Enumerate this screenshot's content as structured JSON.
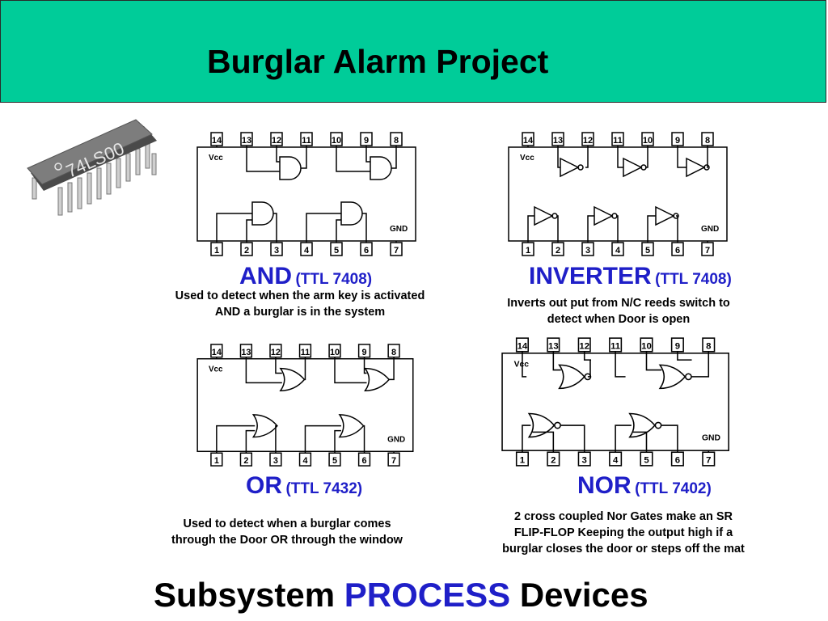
{
  "header": {
    "title": "Burglar Alarm Project"
  },
  "chip": {
    "marking": "74LS00"
  },
  "ic_labels": {
    "vcc": "Vcc",
    "gnd": "GND"
  },
  "pins_top": [
    "14",
    "13",
    "12",
    "11",
    "10",
    "9",
    "8"
  ],
  "pins_bottom": [
    "1",
    "2",
    "3",
    "4",
    "5",
    "6",
    "7"
  ],
  "gates": [
    {
      "name": "AND",
      "part": "(TTL 7408)",
      "description": [
        "Used to detect when the arm key is activated",
        "AND a burglar is in the system"
      ]
    },
    {
      "name": "INVERTER",
      "part": "(TTL 7408)",
      "description": [
        "Inverts out put from N/C reeds switch to",
        "detect when Door is open"
      ]
    },
    {
      "name": "OR",
      "part": "(TTL 7432)",
      "description": [
        "Used to detect when a burglar comes",
        "through the Door OR through the window"
      ]
    },
    {
      "name": "NOR",
      "part": "(TTL 7402)",
      "description": [
        "2 cross coupled Nor Gates make an SR",
        "FLIP-FLOP Keeping the output high if a",
        "burglar closes the door or steps off the mat"
      ]
    }
  ],
  "footer": {
    "prefix": "Subsystem ",
    "accent": "PROCESS",
    "suffix": " Devices"
  },
  "colors": {
    "header_bg": "#00cc99",
    "accent": "#1f1fc8"
  }
}
